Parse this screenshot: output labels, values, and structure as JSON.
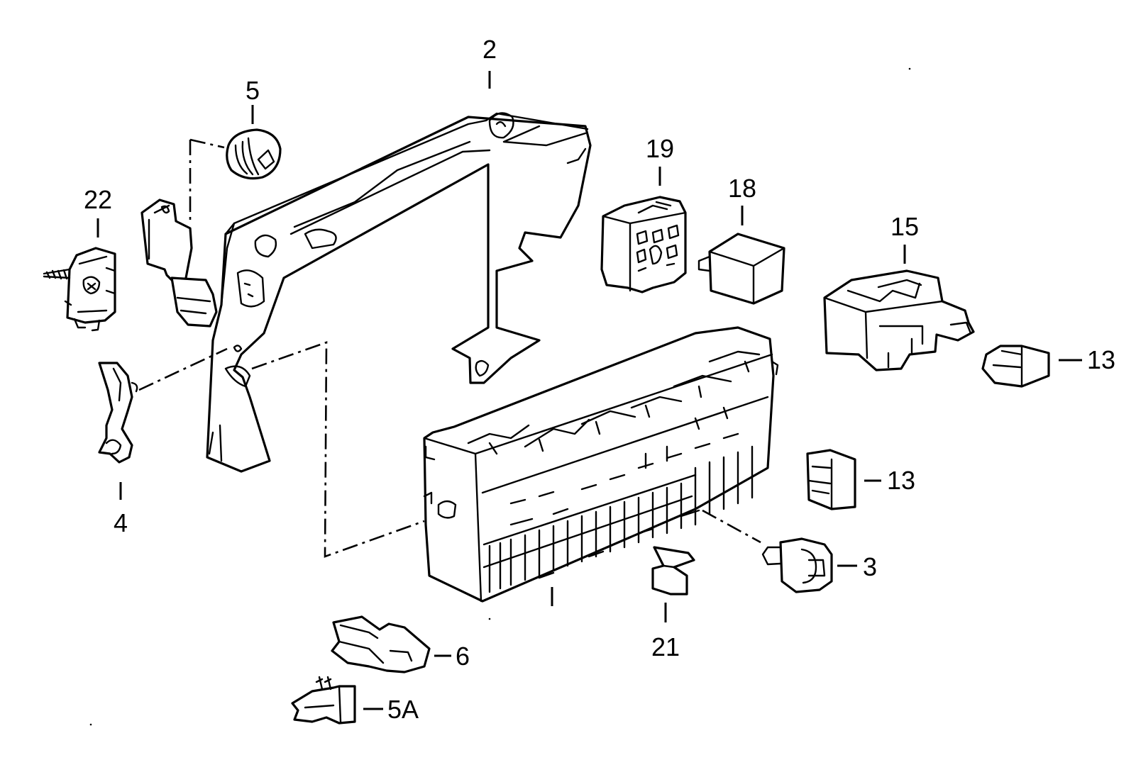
{
  "diagram": {
    "callouts": {
      "p2": "2",
      "p5": "5",
      "p22": "22",
      "p4": "4",
      "p19": "19",
      "p18": "18",
      "p15": "15",
      "p13a": "13",
      "p13b": "13",
      "p3": "3",
      "p21": "21",
      "p6": "6",
      "p5a": "5A"
    }
  }
}
